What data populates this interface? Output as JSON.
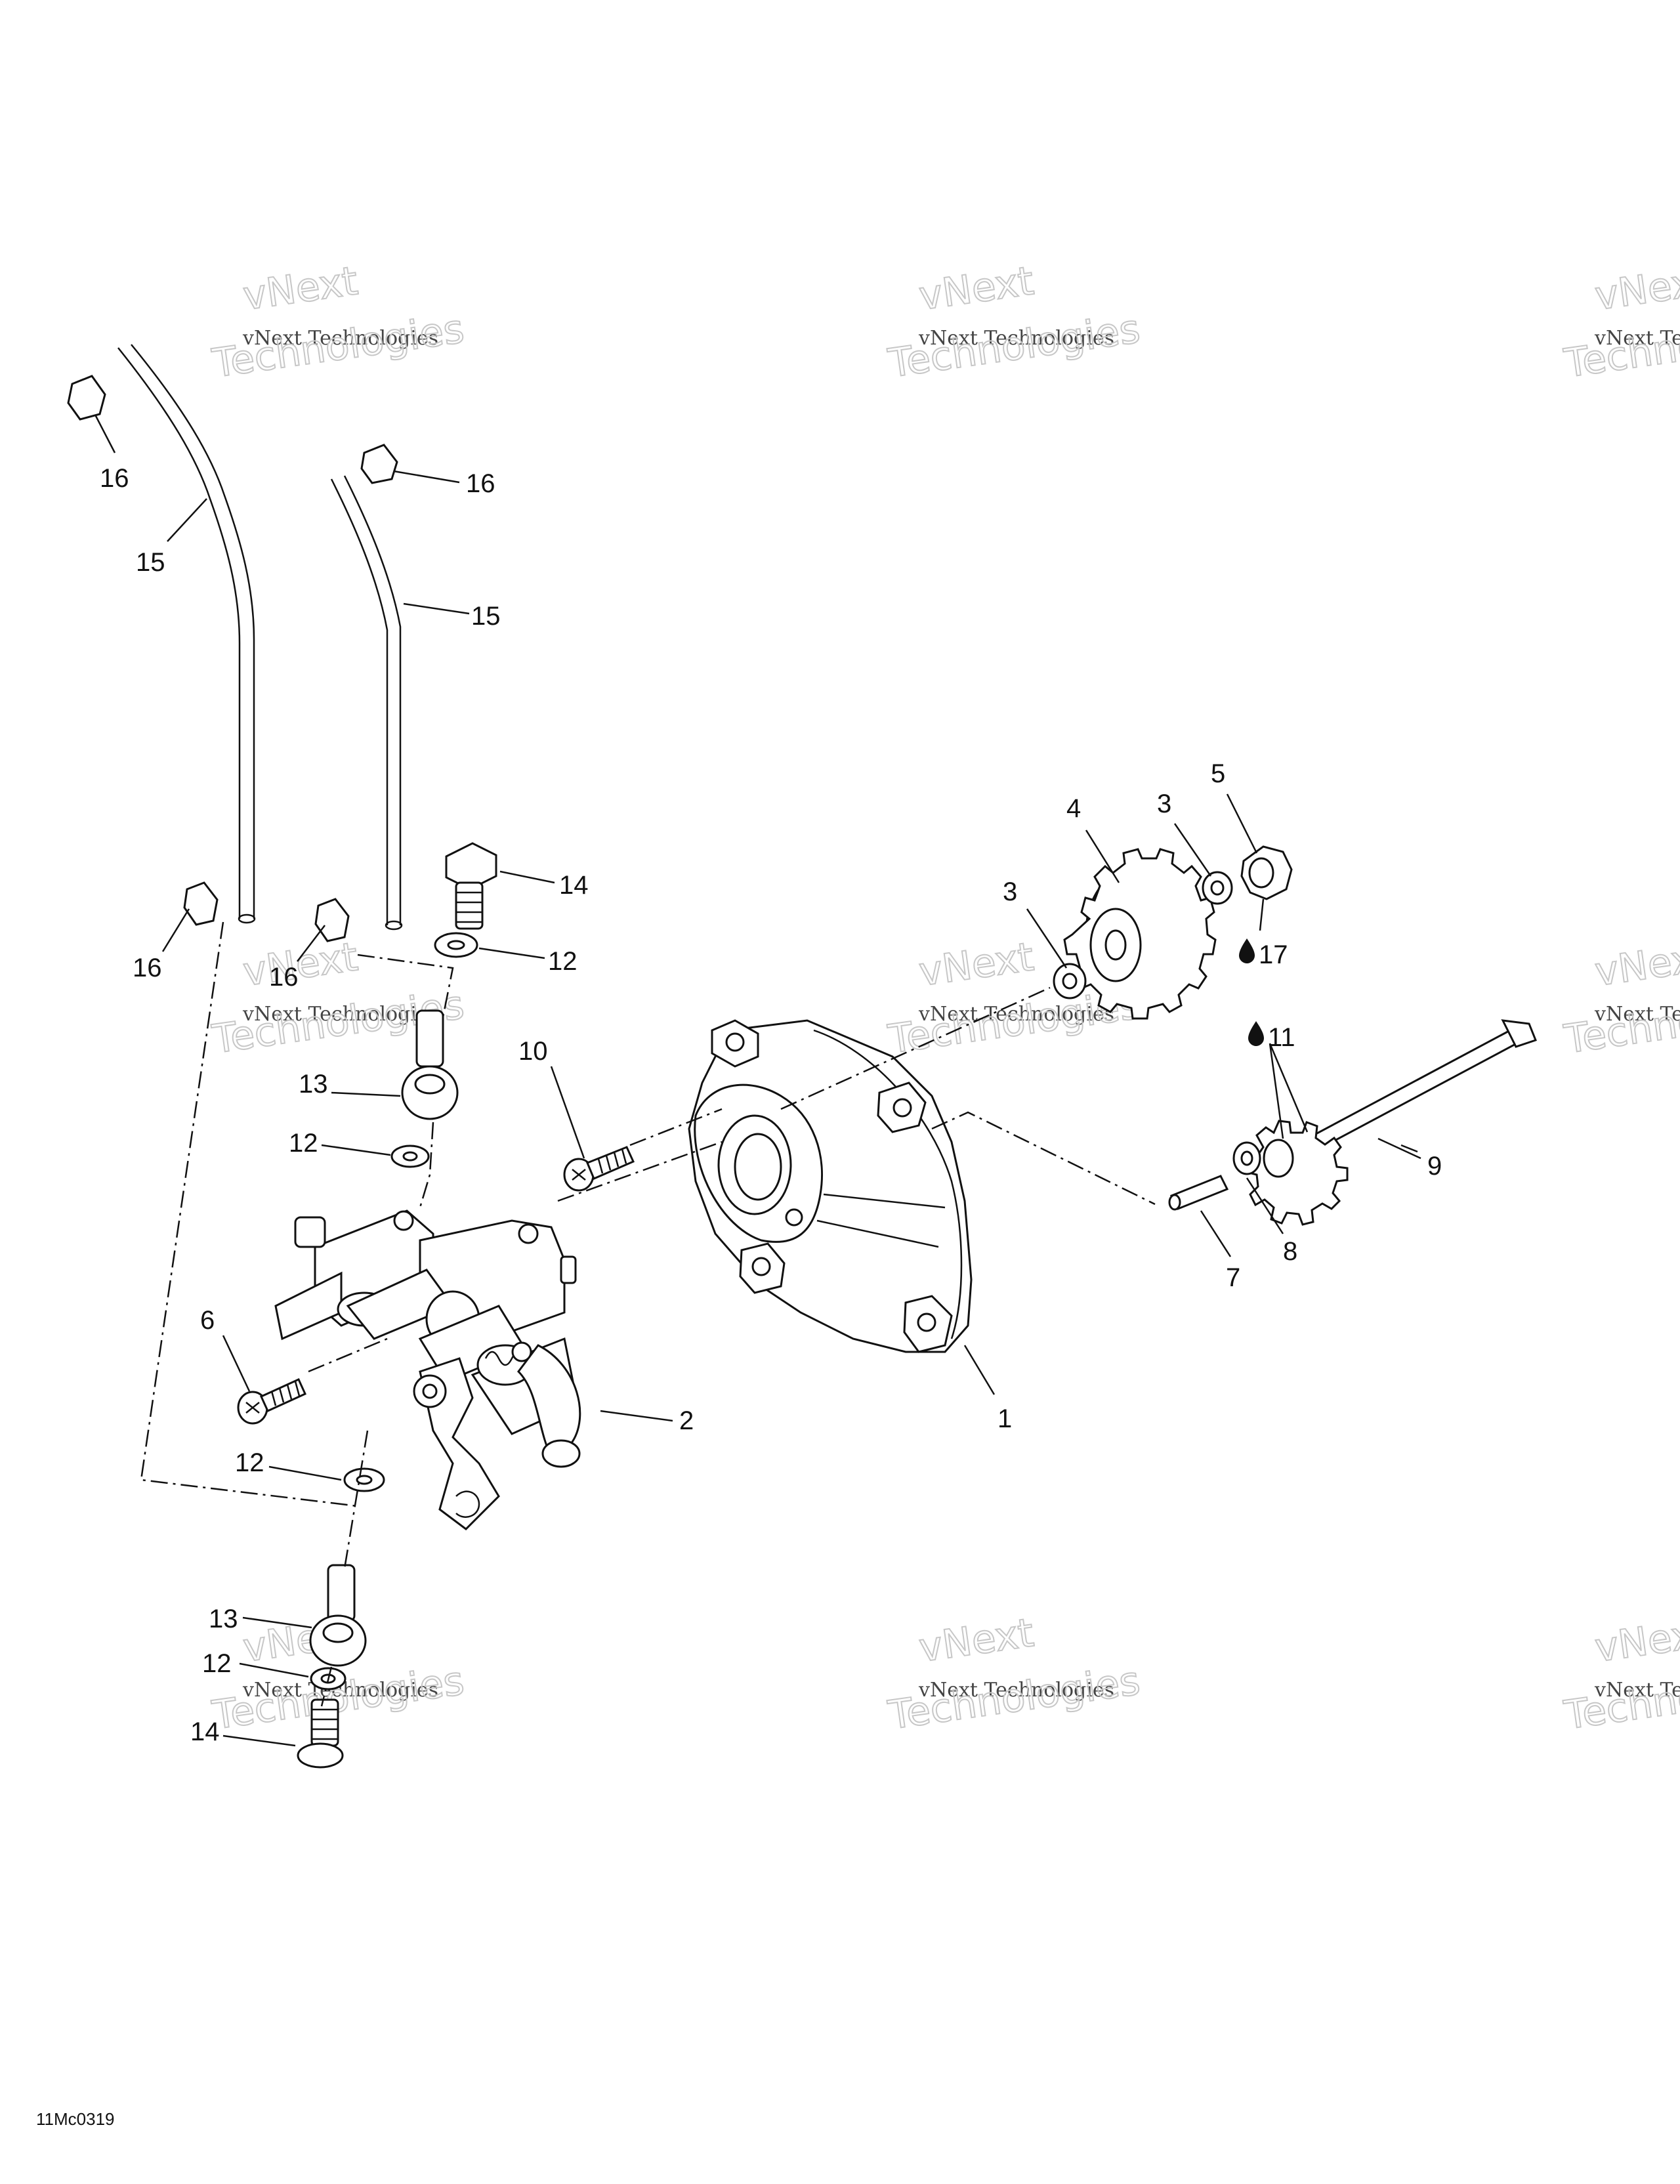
{
  "diagram": {
    "reference_code": "11Mc0319",
    "watermark": {
      "line1": "vNext",
      "line2": "Technologies",
      "small": "vNext Technologies"
    },
    "callouts": [
      "16",
      "15",
      "16",
      "15",
      "16",
      "16",
      "14",
      "12",
      "13",
      "12",
      "10",
      "6",
      "12",
      "13",
      "12",
      "14",
      "2",
      "1",
      "3",
      "4",
      "3",
      "5",
      "17",
      "11",
      "9",
      "8",
      "7"
    ]
  }
}
